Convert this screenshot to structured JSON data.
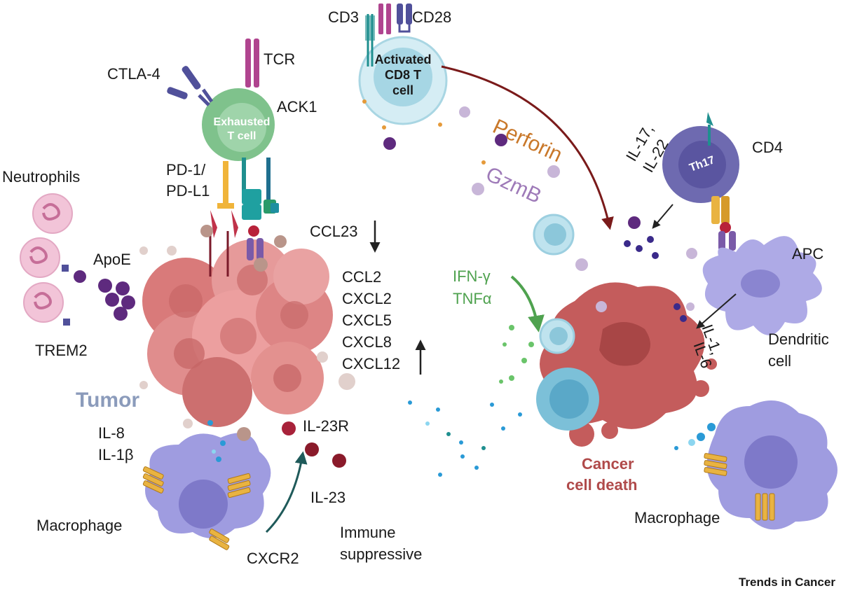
{
  "diagram": {
    "labels": {
      "cd3": "CD3",
      "cd28": "CD28",
      "tcr": "TCR",
      "ctla4": "CTLA-4",
      "ack1": "ACK1",
      "pd1_line1": "PD-1/",
      "pd1_line2": "PD-L1",
      "neutrophils": "Neutrophils",
      "apoe": "ApoE",
      "trem2": "TREM2",
      "tumor": "Tumor",
      "il8": "IL-8",
      "il1b": "IL-1β",
      "macrophage_left": "Macrophage",
      "cxcr2": "CXCR2",
      "il23r": "IL-23R",
      "il23": "IL-23",
      "immune_line1": "Immune",
      "immune_line2": "suppressive",
      "ccl23": "CCL23",
      "chemokines": [
        "CCL2",
        "CXCL2",
        "CXCL5",
        "CXCL8",
        "CXCL12"
      ],
      "perforin": "Perforin",
      "gzmb": "GzmB",
      "ifng": "IFN-γ",
      "tnfa": "TNFα",
      "il17_line1": "IL-17,",
      "il17_line2": "IL-22",
      "cd4": "CD4",
      "apc": "APC",
      "il1_line1": "IL-1,",
      "il1_line2": "IL-6",
      "dendritic_line1": "Dendritic",
      "dendritic_line2": "cell",
      "death_line1": "Cancer",
      "death_line2": "cell death",
      "macrophage_right": "Macrophage",
      "journal": "Trends in Cancer"
    },
    "cells": {
      "activated_line1": "Activated",
      "activated_line2": "CD8 T",
      "activated_line3": "cell",
      "exhausted_line1": "Exhausted",
      "exhausted_line2": "T cell",
      "th17": "Th17"
    },
    "colors": {
      "tumor_text": "#8b9bbb",
      "perforin": "#c9782a",
      "gzmb": "#9e7ab8",
      "ifng": "#4fa24f",
      "death_text": "#b04a4a",
      "tumor_cell": "#e69a9a",
      "exhausted_cell": "#7fc28c",
      "activated_cell": "#bfe3ee",
      "th17": "#6e6ab0",
      "macrophage": "#9f9ce0",
      "dendritic": "#aeaae6",
      "dying_cell": "#c45c5c"
    }
  }
}
